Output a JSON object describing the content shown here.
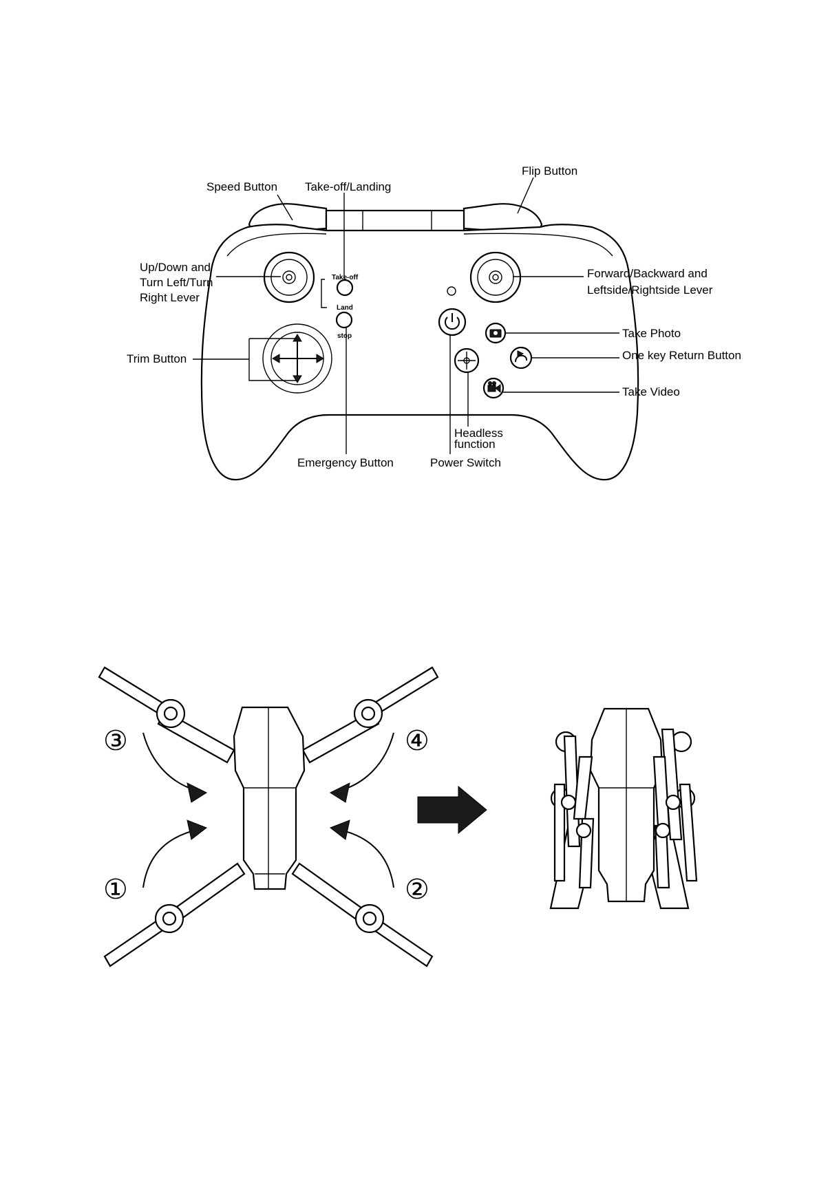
{
  "controller": {
    "labels": {
      "speed_button": "Speed Button",
      "takeoff_landing": "Take-off/Landing",
      "flip_button": "Flip Button",
      "left_lever_line1": "Up/Down  and",
      "left_lever_line2": "Turn Left/Turn",
      "left_lever_line3": "Right Lever",
      "right_lever_line1": "Forward/Backward  and",
      "right_lever_line2": "Leftside/Rightside Lever",
      "trim_button": "Trim Button",
      "take_photo": "Take Photo",
      "one_key_return": "One key Return Button",
      "take_video": "Take Video",
      "headless_line1": "Headless",
      "headless_line2": "function",
      "emergency_button": "Emergency Button",
      "power_switch": "Power Switch"
    },
    "button_text": {
      "takeoff": "Take-off",
      "land": "Land",
      "stop": "stop"
    }
  },
  "drone": {
    "step_numbers": [
      "①",
      "②",
      "③",
      "④"
    ]
  },
  "icons": [
    "power-icon",
    "camera-icon",
    "return-icon",
    "video-camera-icon",
    "headless-icon",
    "arrow-right-icon"
  ]
}
